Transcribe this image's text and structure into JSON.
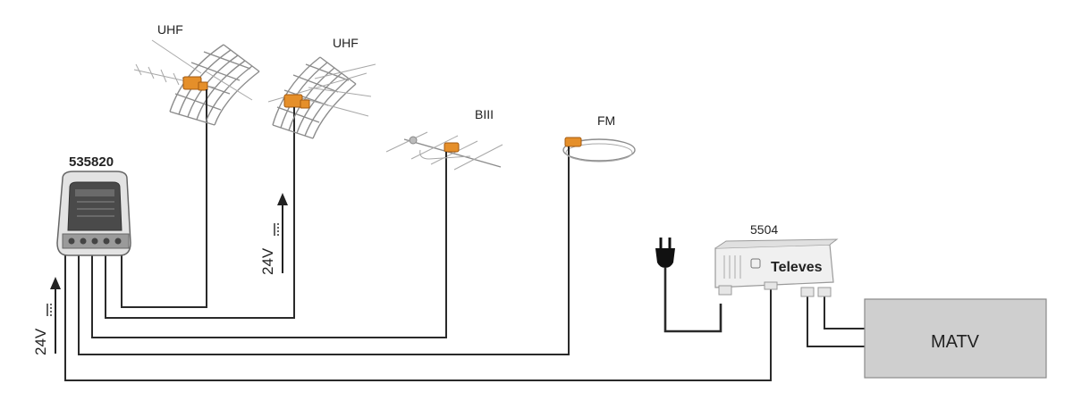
{
  "labels": {
    "uhf_1": "UHF",
    "uhf_2": "UHF",
    "b3": "BIII",
    "fm": "FM",
    "head_model": "535820",
    "psu_model": "5504",
    "brand": "Televes",
    "voltage_1": "24V",
    "voltage_2": "24V",
    "matv": "MATV"
  },
  "colors": {
    "wire": "#2a2a2a",
    "antenna": "#8c8c8c",
    "connector": "#e58f2a",
    "matv_box": "#cfcfcf",
    "device_body": "#e3e3e3"
  },
  "icons": [
    "uhf-antenna-icon",
    "uhf-antenna-icon",
    "biii-yagi-antenna-icon",
    "fm-ring-antenna-icon",
    "headend-amplifier-icon",
    "power-plug-icon",
    "power-supply-icon",
    "up-arrow-icon",
    "dc-symbol-icon"
  ]
}
